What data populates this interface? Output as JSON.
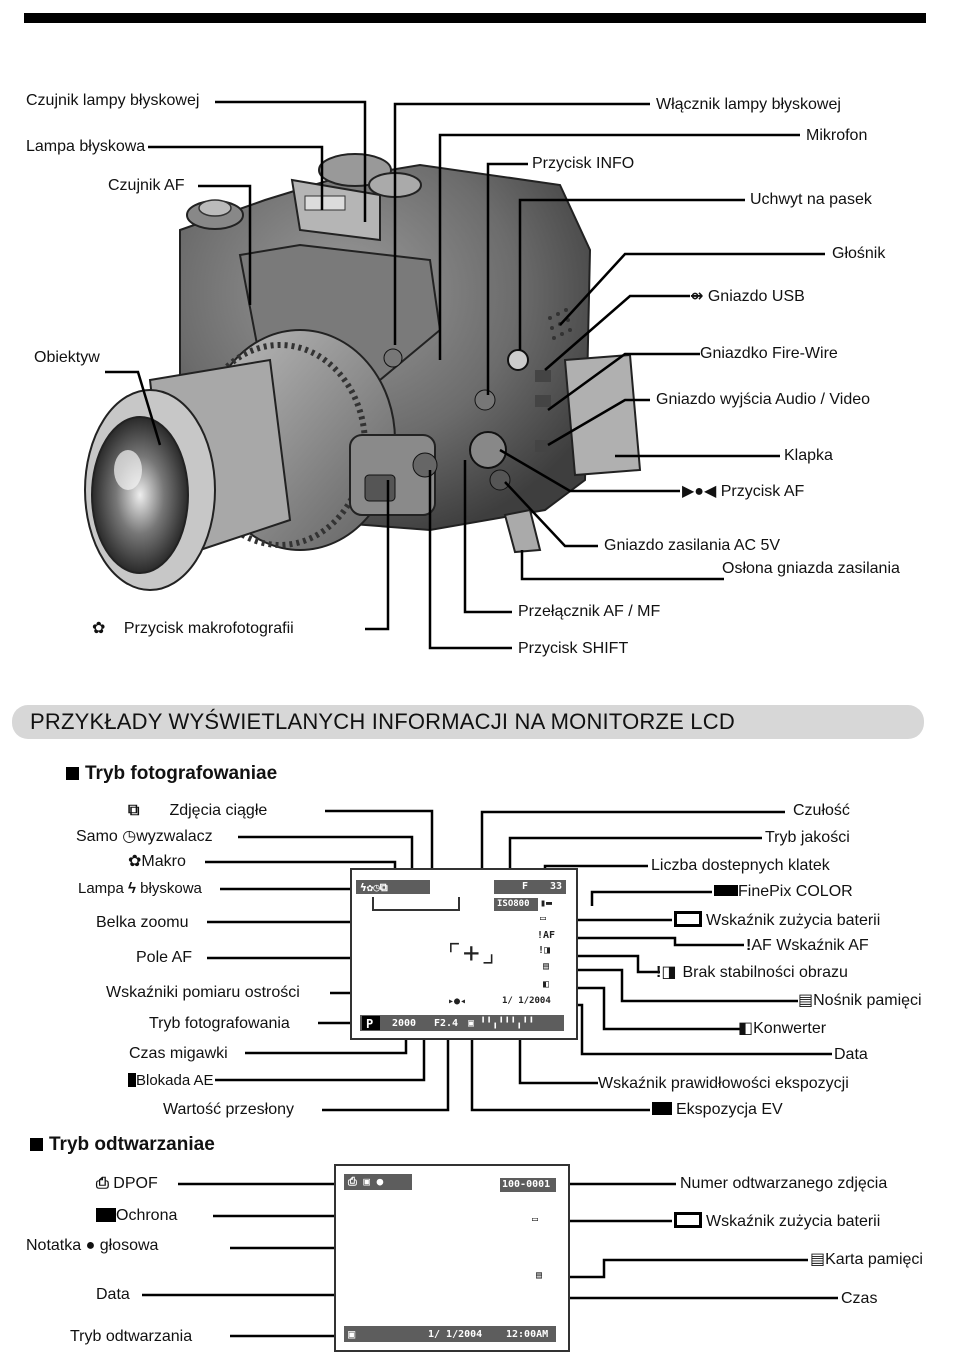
{
  "camera_labels": {
    "czujnik_lampy": "Czujnik lampy błyskowej",
    "lampa": "Lampa błyskowa",
    "czujnik_af": "Czujnik AF",
    "obiektyw": "Obiektyw",
    "wlacznik_lampy": "Włącznik lampy błyskowej",
    "mikrofon": "Mikrofon",
    "przycisk_info": "Przycisk INFO",
    "uchwyt": "Uchwyt na pasek",
    "glosnik": "Głośnik",
    "gniazdo_usb": "Gniazdo USB",
    "firewire": "Gniazdko Fire-Wire",
    "audio_video": "Gniazdo wyjścia Audio / Video",
    "klapka": "Klapka",
    "przycisk_af": "Przycisk AF",
    "zasilanie": "Gniazdo zasilania AC 5V",
    "oslona": "Osłona gniazda zasilania",
    "makro": "Przycisk makrofotografii",
    "af_mf": "Przełącznik AF / MF",
    "shift": "Przycisk  SHIFT"
  },
  "banner": "PRZYKŁADY WYŚWIETLANYCH INFORMACJI NA MONITORZE LCD",
  "shooting": {
    "title": "Tryb fotografowaniae",
    "left": {
      "ciagle": "Zdjęcia ciągłe",
      "samo": "Samo",
      "wyzwalacz": "wyzwalacz",
      "makro": "Makro",
      "lampa": "Lampa",
      "blyskowa": "błyskowa",
      "zoom": "Belka zoomu",
      "pole_af": "Pole AF",
      "wskazniki": "Wskaźniki pomiaru ostrości",
      "tryb": "Tryb fotografowania",
      "czas": "Czas migawki",
      "blokada": "Blokada AE",
      "przeslona": "Wartość przesłony"
    },
    "right": {
      "czulosc": "Czułość",
      "jakosc": "Tryb jakości",
      "klatki": "Liczba dostepnych klatek",
      "finepix": "FinePix COLOR",
      "bateria": "Wskaźnik zużycia baterii",
      "af": "AF Wskaźnik AF",
      "stabilnosc": "Brak stabilności obrazu",
      "nosnik": "Nośnik pamięci",
      "konwerter": "Konwerter",
      "data": "Data",
      "ekspozycja": "Wskaźnik prawidłowości ekspozycji",
      "ev": "Ekspozycja EV"
    },
    "screen": {
      "quality": "F",
      "frames": "33",
      "iso": "ISO800",
      "af_mark": "AF",
      "mode": "P",
      "shutter": "2000",
      "aperture": "F2.4",
      "date": "1/ 1/2004"
    }
  },
  "playback": {
    "title": "Tryb odtwarzaniae",
    "left": {
      "dpof": "DPOF",
      "ochrona": "Ochrona",
      "notatka": "Notatka",
      "glosowa": "głosowa",
      "data": "Data",
      "tryb": "Tryb odtwarzania"
    },
    "right": {
      "numer": "Numer odtwarzanego zdjęcia",
      "bateria": "Wskaźnik zużycia baterii",
      "karta": "Karta pamięci",
      "czas": "Czas"
    },
    "screen": {
      "number": "100-0001",
      "date": "1/ 1/2004",
      "time": "12:00AM"
    }
  }
}
